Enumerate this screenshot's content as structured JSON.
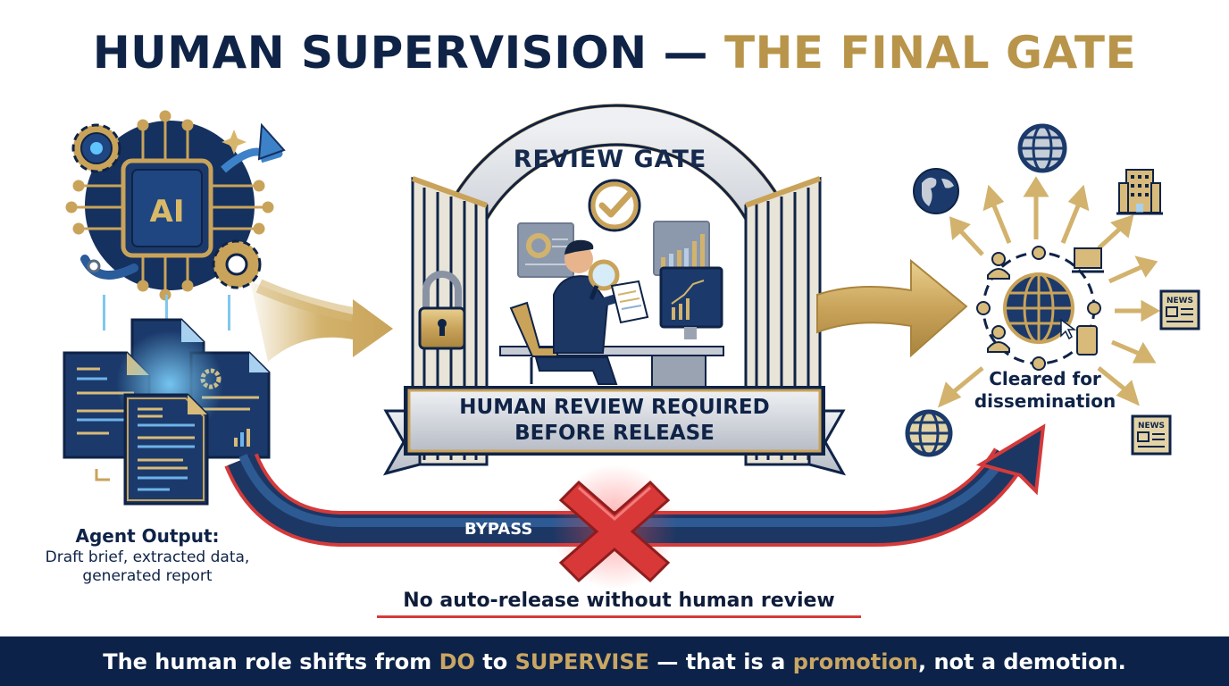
{
  "title": {
    "part1": "HUMAN SUPERVISION — ",
    "part2": "THE FINAL GATE",
    "colors": {
      "primary": "#0f2347",
      "accent": "#b8954a"
    }
  },
  "agent": {
    "icon": "ai-chip-icon",
    "chip_label": "AI",
    "label_heading": "Agent Output:",
    "label_line1": "Draft brief, extracted data,",
    "label_line2": "generated report",
    "documents": [
      "document-icon",
      "document-icon",
      "document-icon",
      "document-icon"
    ]
  },
  "gate": {
    "arch_label": "REVIEW GATE",
    "banner_line1": "HUMAN REVIEW REQUIRED",
    "banner_line2": "BEFORE RELEASE",
    "icons": [
      "checkmark-circle-icon",
      "padlock-icon",
      "reviewer-with-magnifier-icon",
      "monitor-chart-icon"
    ]
  },
  "bypass": {
    "label": "BYPASS",
    "blocked_icon": "red-x-icon",
    "warning": "No auto-release without human review",
    "colors": {
      "path": "#1c3764",
      "edge": "#d43a3a"
    }
  },
  "dissemination": {
    "label_line1": "Cleared for",
    "label_line2": "dissemination",
    "icons": [
      "globe-icon",
      "world-map-globe-icon",
      "office-building-icon",
      "newspaper-icon",
      "newspaper-icon",
      "globe-icon",
      "network-globe-icon",
      "person-icon",
      "laptop-icon",
      "tablet-icon"
    ],
    "news_label": "NEWS"
  },
  "footer": {
    "t1": "The human role shifts from ",
    "t2": "DO",
    "t3": " to ",
    "t4": "SUPERVISE",
    "t5": " — that is a ",
    "t6": "promotion",
    "t7": ", not a demotion.",
    "colors": {
      "background": "#0c2249",
      "highlight": "#c9a663"
    }
  }
}
